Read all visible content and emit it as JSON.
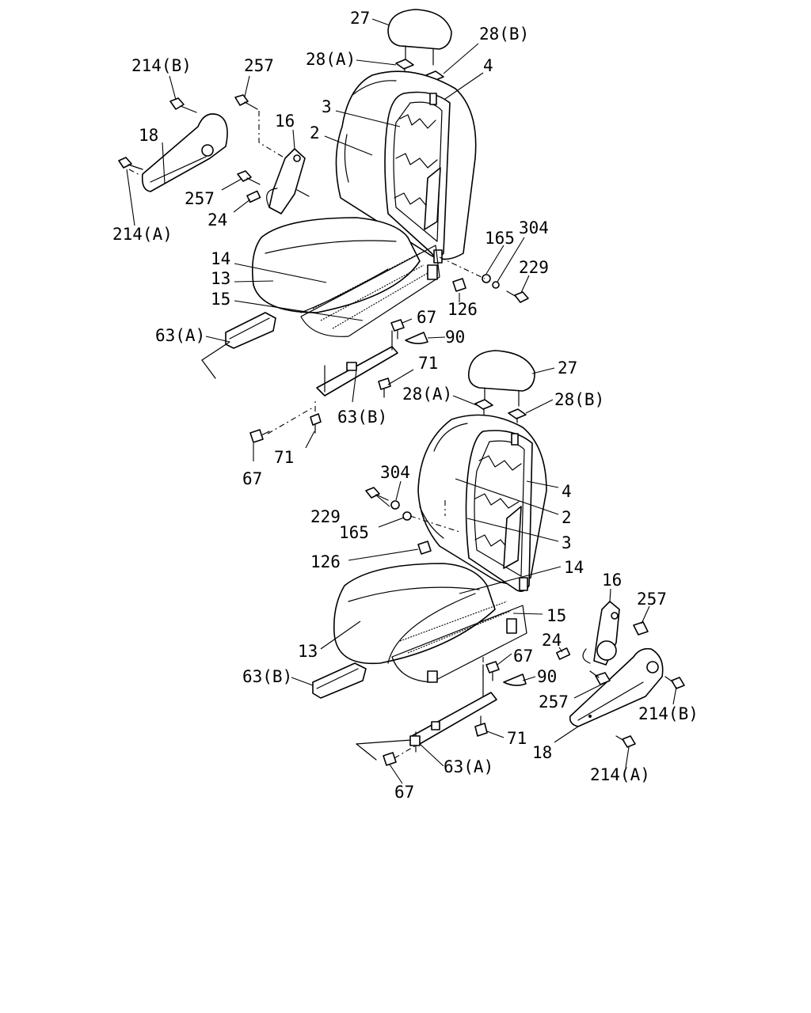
{
  "labels": {
    "upper": {
      "p27": "27",
      "p28a": "28(A)",
      "p28b": "28(B)",
      "p4": "4",
      "p3": "3",
      "p2": "2",
      "p214b": "214(B)",
      "p257a": "257",
      "p16": "16",
      "p18": "18",
      "p257b": "257",
      "p24": "24",
      "p214a": "214(A)",
      "p165": "165",
      "p304": "304",
      "p229": "229",
      "p14": "14",
      "p13": "13",
      "p15": "15",
      "p126": "126",
      "p67a": "67",
      "p90": "90",
      "p63a": "63(A)",
      "p71a": "71",
      "p63b": "63(B)",
      "p71b": "71",
      "p67b": "67"
    },
    "lower": {
      "p27": "27",
      "p28a": "28(A)",
      "p28b": "28(B)",
      "p304": "304",
      "p4": "4",
      "p229": "229",
      "p2": "2",
      "p165": "165",
      "p3": "3",
      "p126": "126",
      "p14": "14",
      "p16": "16",
      "p257a": "257",
      "p15": "15",
      "p24": "24",
      "p13": "13",
      "p67a": "67",
      "p63b": "63(B)",
      "p90": "90",
      "p257b": "257",
      "p214b": "214(B)",
      "p71": "71",
      "p18": "18",
      "p63a": "63(A)",
      "p214a": "214(A)",
      "p67b": "67"
    }
  }
}
